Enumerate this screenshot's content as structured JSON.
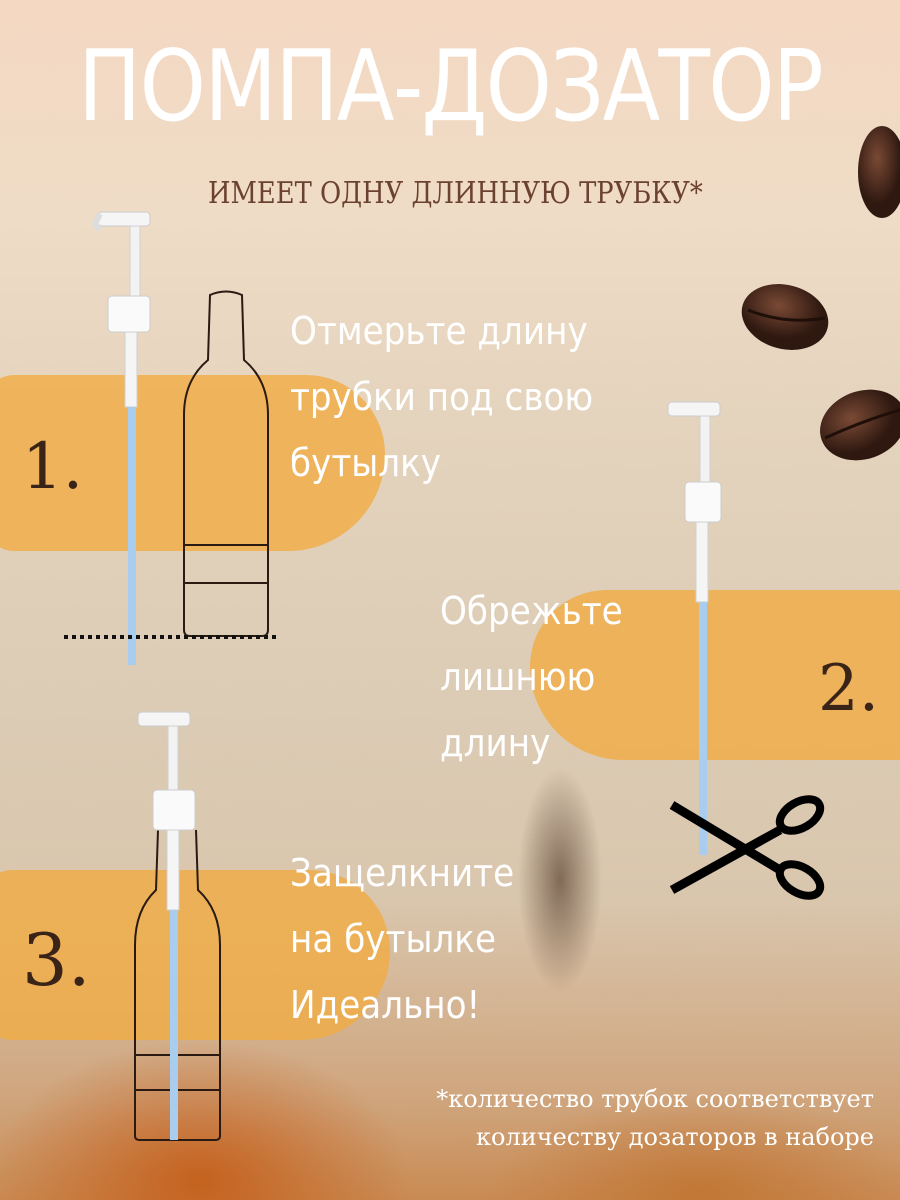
{
  "header": {
    "title": "ПОМПА-ДОЗАТОР",
    "subtitle": "ИМЕЕТ ОДНУ ДЛИННУЮ ТРУБКУ*"
  },
  "steps": [
    {
      "number": "1.",
      "lines": [
        "Отмерьте длину",
        "трубки под свою",
        "бутылку"
      ]
    },
    {
      "number": "2.",
      "lines": [
        "Обрежьте",
        "лишнюю",
        "длину"
      ]
    },
    {
      "number": "3.",
      "lines": [
        "Защелкните",
        "на бутылке",
        "Идеально!"
      ]
    }
  ],
  "footnote": {
    "line1": "*количество трубок соответствует",
    "line2": "количеству дозаторов в наборе"
  },
  "colors": {
    "blob": "#f0ac46",
    "tube": "#a9cdee",
    "title": "#ffffff",
    "subtitle": "#6b4230"
  }
}
